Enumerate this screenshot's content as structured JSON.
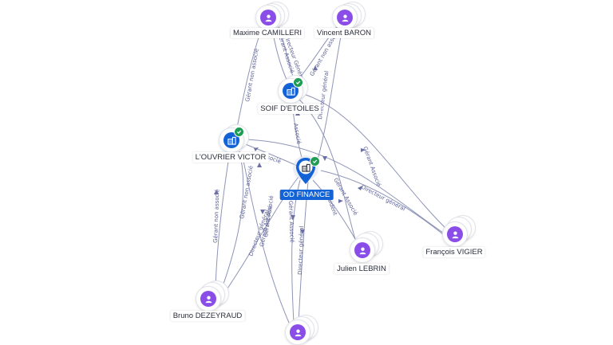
{
  "nodes": {
    "camilleri": {
      "label": "Maxime CAMILLERI",
      "type": "person",
      "icon": "person-icon"
    },
    "baron": {
      "label": "Vincent BARON",
      "type": "person",
      "icon": "person-icon"
    },
    "soif": {
      "label": "SOIF D'ETOILES",
      "type": "company",
      "icon": "company-building-icon",
      "verified": true
    },
    "louvrier": {
      "label": "L'OUVRIER VICTOR",
      "type": "company",
      "icon": "company-building-icon",
      "verified": true
    },
    "odfinance": {
      "label": "OD FINANCE",
      "type": "company-focus",
      "icon": "company-building-icon",
      "verified": true
    },
    "vigier": {
      "label": "François VIGIER",
      "type": "person",
      "icon": "person-icon"
    },
    "lebrin": {
      "label": "Julien LEBRIN",
      "type": "person",
      "icon": "person-icon"
    },
    "dezeyraud": {
      "label": "Bruno DEZEYRAUD",
      "type": "person",
      "icon": "person-icon"
    },
    "bottom": {
      "label": "",
      "type": "person",
      "icon": "person-icon"
    }
  },
  "edges": {
    "e1": "Gérant non associé",
    "e2": "Gérant Associé",
    "e3": "Directeur Général",
    "e4": "Gérant non associé",
    "e5": "Associé",
    "e6": "Directeur général",
    "e7": "Gérant Associé",
    "e8": "Gérant Associé",
    "e9": "Directeur général",
    "e10": "Gérant Associé",
    "e11": "Président",
    "e12": "Gérant non associé",
    "e13": "Gérant non associé",
    "e14": "Directeur général",
    "e15": "Gérant Associé",
    "e16": "Directeur général",
    "e17": "Gérant Associé",
    "e18": "Associé"
  },
  "colors": {
    "edge": "#8f95b8",
    "edge_label": "#5b6095",
    "person": "#8a4de8",
    "company": "#1463d6",
    "verified": "#1f9d55"
  }
}
